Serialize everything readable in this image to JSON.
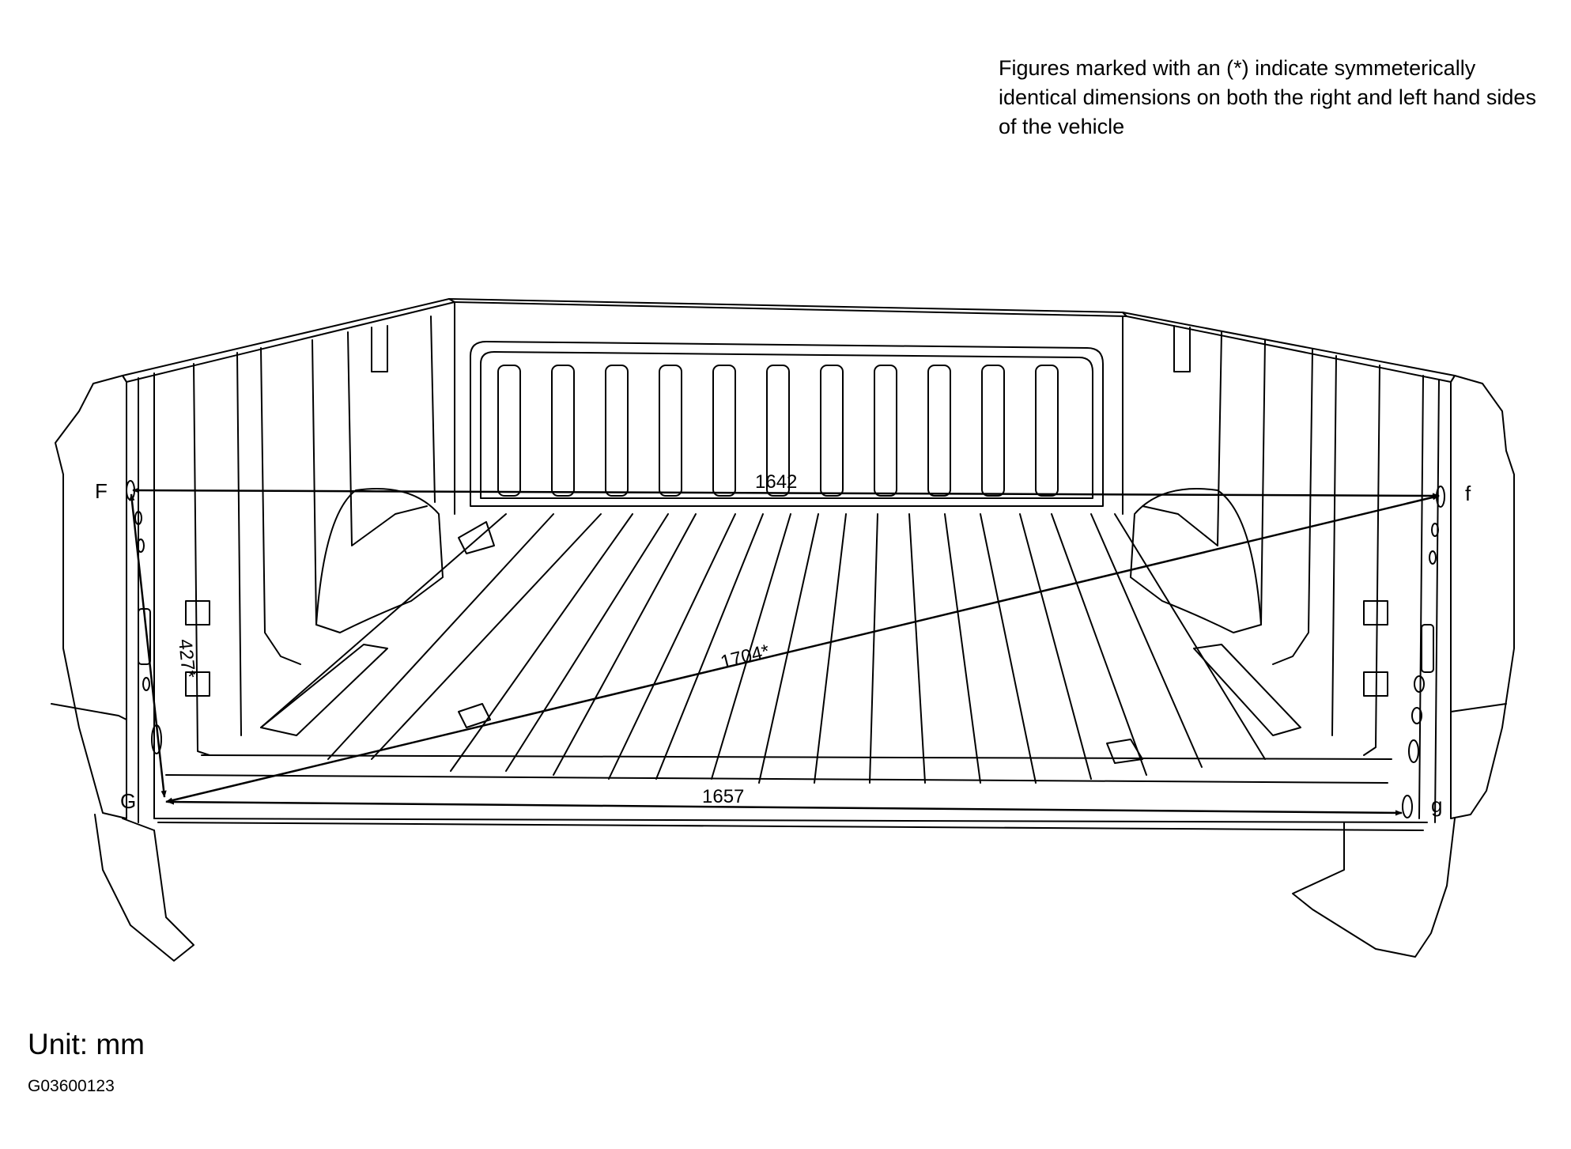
{
  "note": "Figures marked with an (*) indicate symmeterically identical dimensions on both the right and left hand sides of the vehicle",
  "unit_label": "Unit: mm",
  "figure_id": "G03600123",
  "points": {
    "F": "F",
    "f": "f",
    "G": "G",
    "g": "g"
  },
  "dimensions": {
    "F_f": "1642",
    "G_f": "1704*",
    "F_G": "427*",
    "G_g": "1657"
  }
}
